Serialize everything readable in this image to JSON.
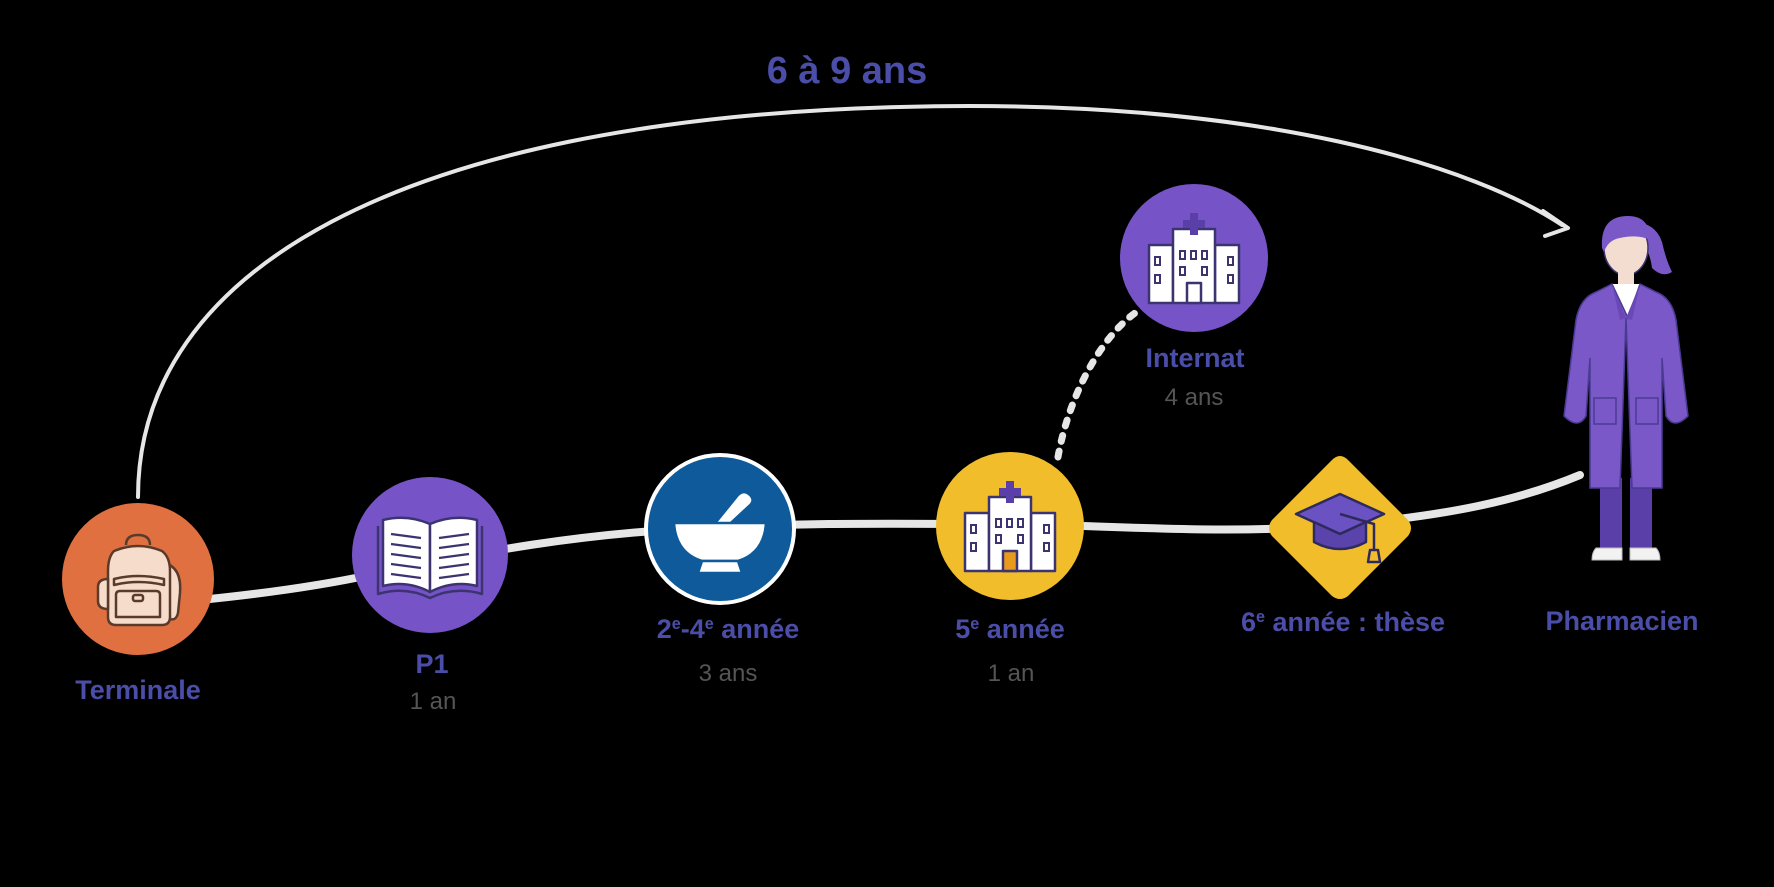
{
  "title": "6 à 9 ans",
  "colors": {
    "label": "#4b4ea8",
    "sub": "#555555",
    "path": "#e6e6e6",
    "orange": "#e07040",
    "purple": "#7654c8",
    "blue": "#0f5a9a",
    "yellow": "#f2bd2a",
    "coat": "#7a58c8"
  },
  "steps": [
    {
      "id": "terminale",
      "label": "Terminale",
      "icon": "backpack-icon"
    },
    {
      "id": "p1",
      "label": "P1",
      "sub": "1 an",
      "icon": "open-book-icon"
    },
    {
      "id": "annee-2-4",
      "label_a": "2",
      "label_b": "-4",
      "label_c": " année",
      "sup": "e",
      "sub": "3 ans",
      "icon": "mortar-pestle-icon"
    },
    {
      "id": "annee-5",
      "label_a": "5",
      "label_c": " année",
      "sup": "e",
      "sub": "1 an",
      "icon": "hospital-icon"
    },
    {
      "id": "annee-6",
      "label_a": "6",
      "label_c": " année : thèse",
      "sup": "e",
      "icon": "graduation-cap-icon"
    },
    {
      "id": "pharmacien",
      "label": "Pharmacien",
      "icon": "pharmacist-icon"
    }
  ],
  "branch": {
    "label": "Internat",
    "sub": "4 ans",
    "icon": "hospital-icon"
  }
}
